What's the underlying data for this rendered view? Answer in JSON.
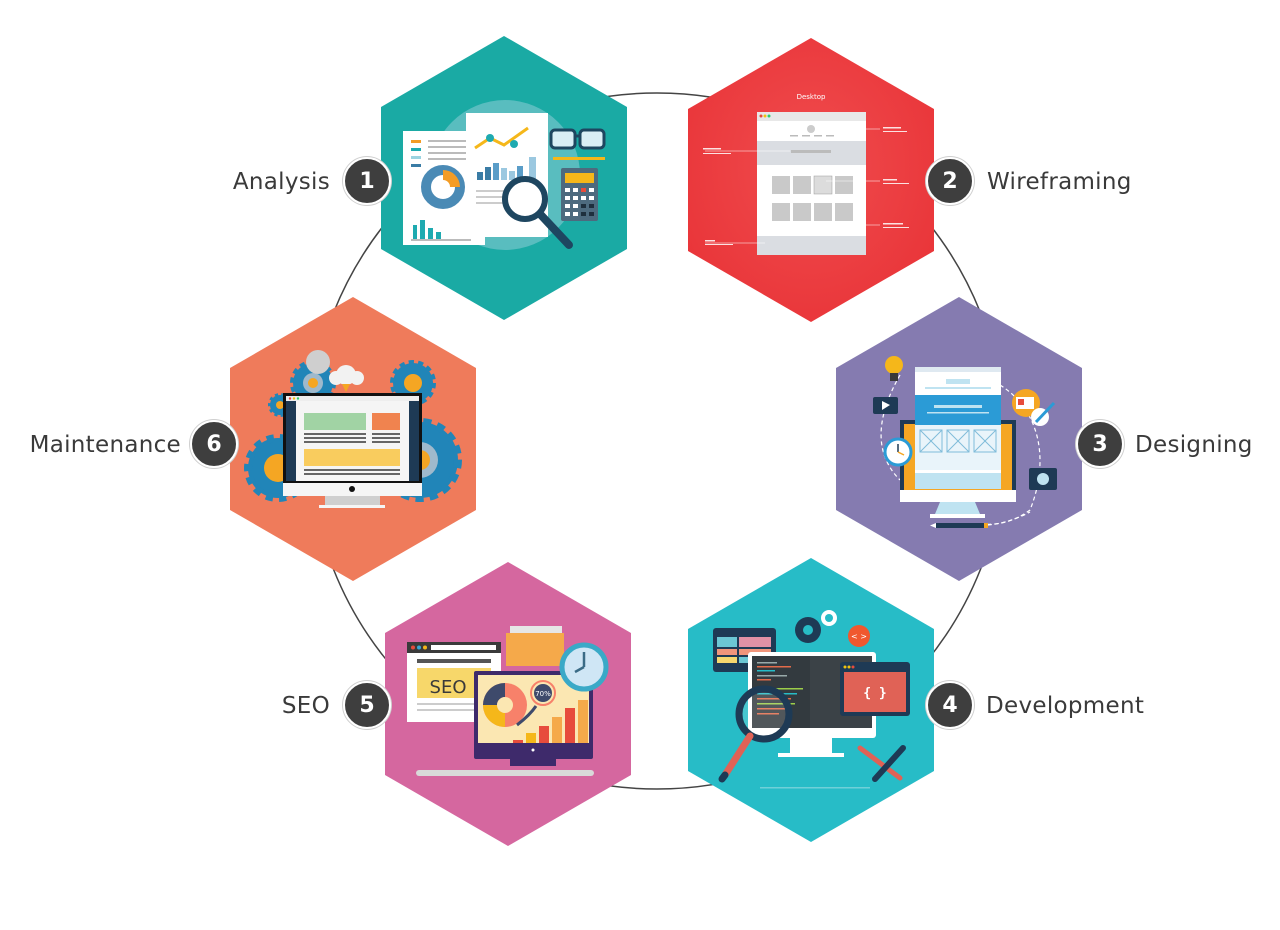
{
  "diagram": {
    "type": "process-cycle",
    "connector": "circle",
    "steps": [
      {
        "number": "1",
        "label": "Analysis",
        "color": "#1aaaa4",
        "icon": "analytics-reports-icon"
      },
      {
        "number": "2",
        "label": "Wireframing",
        "color": "#ee3f42",
        "icon": "wireframe-icon",
        "illustration_title": "Desktop"
      },
      {
        "number": "3",
        "label": "Designing",
        "color": "#857bb0",
        "icon": "web-design-icon"
      },
      {
        "number": "4",
        "label": "Development",
        "color": "#27bcc7",
        "icon": "code-development-icon",
        "code_symbol": "{ }",
        "tag_symbol": "< >"
      },
      {
        "number": "5",
        "label": "SEO",
        "color": "#d5679f",
        "icon": "seo-icon",
        "seo_text": "SEO",
        "percent_text": "70%"
      },
      {
        "number": "6",
        "label": "Maintenance",
        "color": "#ef7b5b",
        "icon": "maintenance-gears-icon"
      }
    ],
    "badge_color": "#3e3e3e",
    "line_color": "#444444"
  }
}
